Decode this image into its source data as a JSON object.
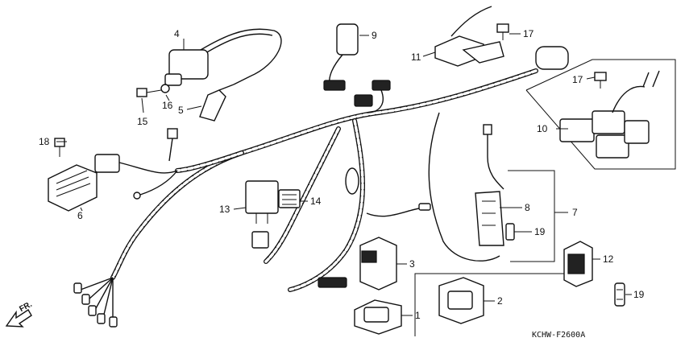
{
  "diagram": {
    "code": "KCHW-F2600A",
    "direction_label": "FR.",
    "callouts": {
      "c1": "1",
      "c2": "2",
      "c3": "3",
      "c4": "4",
      "c5": "5",
      "c6": "6",
      "c7": "7",
      "c8": "8",
      "c9": "9",
      "c10": "10",
      "c11": "11",
      "c12": "12",
      "c13": "13",
      "c14": "14",
      "c15": "15",
      "c16": "16",
      "c17a": "17",
      "c17b": "17",
      "c18": "18",
      "c19a": "19",
      "c19b": "19"
    }
  }
}
